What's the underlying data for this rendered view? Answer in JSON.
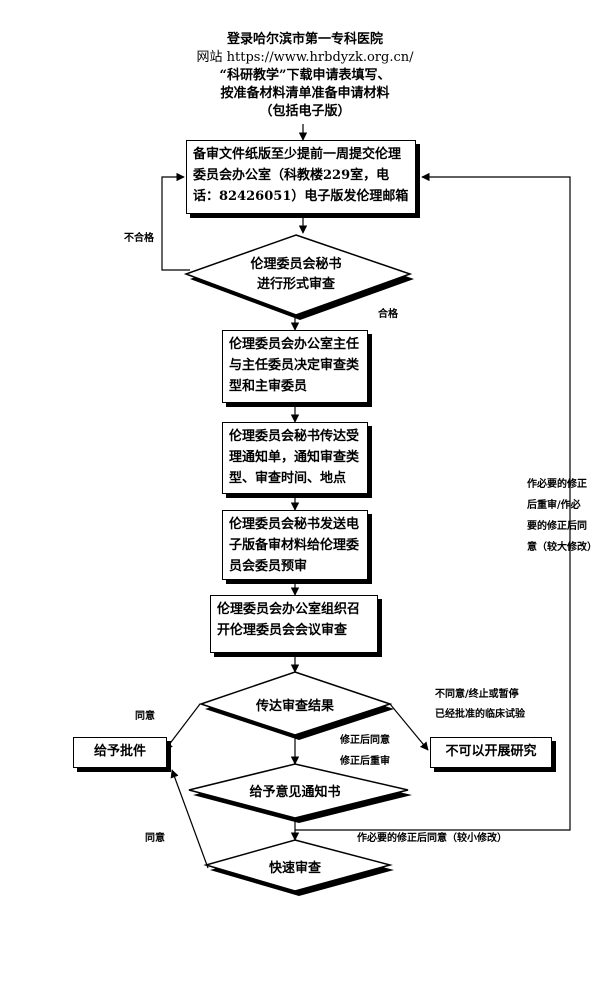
{
  "header": {
    "line1": "登录哈尔滨市第一专科医院",
    "line2": "网站 https://www.hrbdyzk.org.cn/",
    "line3": "“科研教学”下载申请表填写、",
    "line4": "按准备材料清单准备申请材料",
    "line5": "（包括电子版）"
  },
  "steps": {
    "submit": "备审文件纸版至少提前一周提交伦理委员会办公室（科教楼229室，电话：82426051）电子版发伦理邮箱",
    "formal_review_l1": "伦理委员会秘书",
    "formal_review_l2": "进行形式审查",
    "decide_type": "伦理委员会办公室主任与主任委员决定审查类型和主审委员",
    "notify": "伦理委员会秘书传达受理通知单，通知审查类型、审查时间、地点",
    "send_materials": "伦理委员会秘书发送电子版备审材料给伦理委员会委员预审",
    "meeting": "伦理委员会办公室组织召开伦理委员会会议审查",
    "result": "传达审查结果",
    "approve": "给予批件",
    "cannot": "不可以开展研究",
    "opinion": "给予意见通知书",
    "fast_review": "快速审查"
  },
  "labels": {
    "unqualified": "不合格",
    "qualified": "合格",
    "agree_left": "同意",
    "disagree_l1": "不同意/终止或暂停",
    "disagree_l2": "已经批准的临床试验",
    "modify_l1": "修正后同意",
    "modify_l2": "修正后重审",
    "agree_bottom": "同意",
    "minor_modify": "作必要的修正后同意（较小修改）",
    "major_l1": "作必要的修正",
    "major_l2": "后重审/作必",
    "major_l3": "要的修正后同",
    "major_l4": "意（较大修改）"
  }
}
